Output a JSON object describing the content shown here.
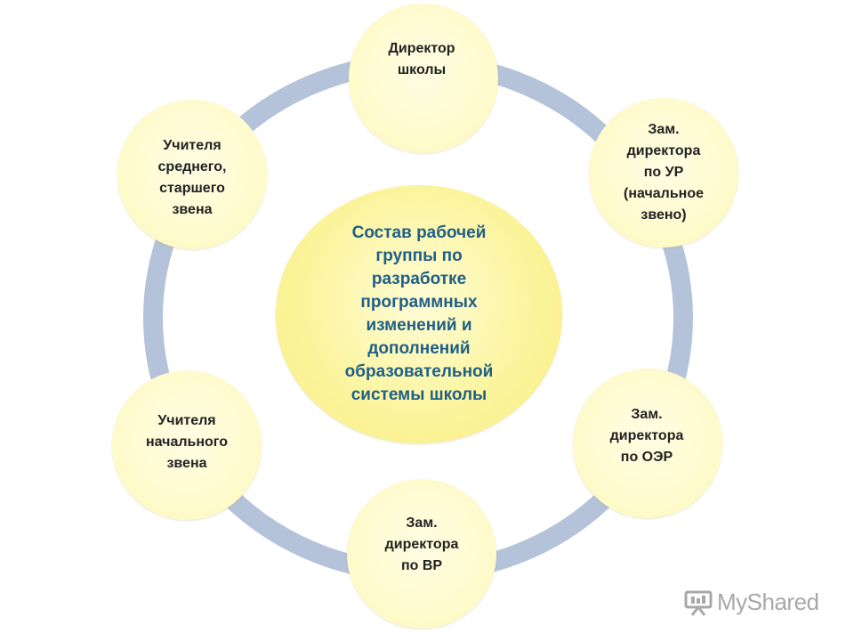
{
  "diagram": {
    "center": {
      "label": "Состав рабочей\nгруппы по\nразработке\nпрограммных\nизменений и\nдополнений\nобразовательной\nсистемы школы"
    },
    "nodes": [
      {
        "id": "top",
        "label": "Директор\nшколы"
      },
      {
        "id": "right-top",
        "label": "Зам.\nдиректора\nпо УР\n(начальное\nзвено)"
      },
      {
        "id": "right-bottom",
        "label": "Зам.\nдиректора\nпо ОЭР"
      },
      {
        "id": "bottom",
        "label": "Зам.\nдиректора\nпо ВР"
      },
      {
        "id": "left-bottom",
        "label": "Учителя\nначального\nзвена"
      },
      {
        "id": "left-top",
        "label": "Учителя\nсреднего,\nстаршего\nзвена"
      }
    ],
    "ring_color": "#b4c3da",
    "node_fill": "#fffbd0",
    "center_fill": "#fbf49a",
    "center_text_color": "#1f5f86"
  },
  "watermark": {
    "text": "MyShared"
  }
}
